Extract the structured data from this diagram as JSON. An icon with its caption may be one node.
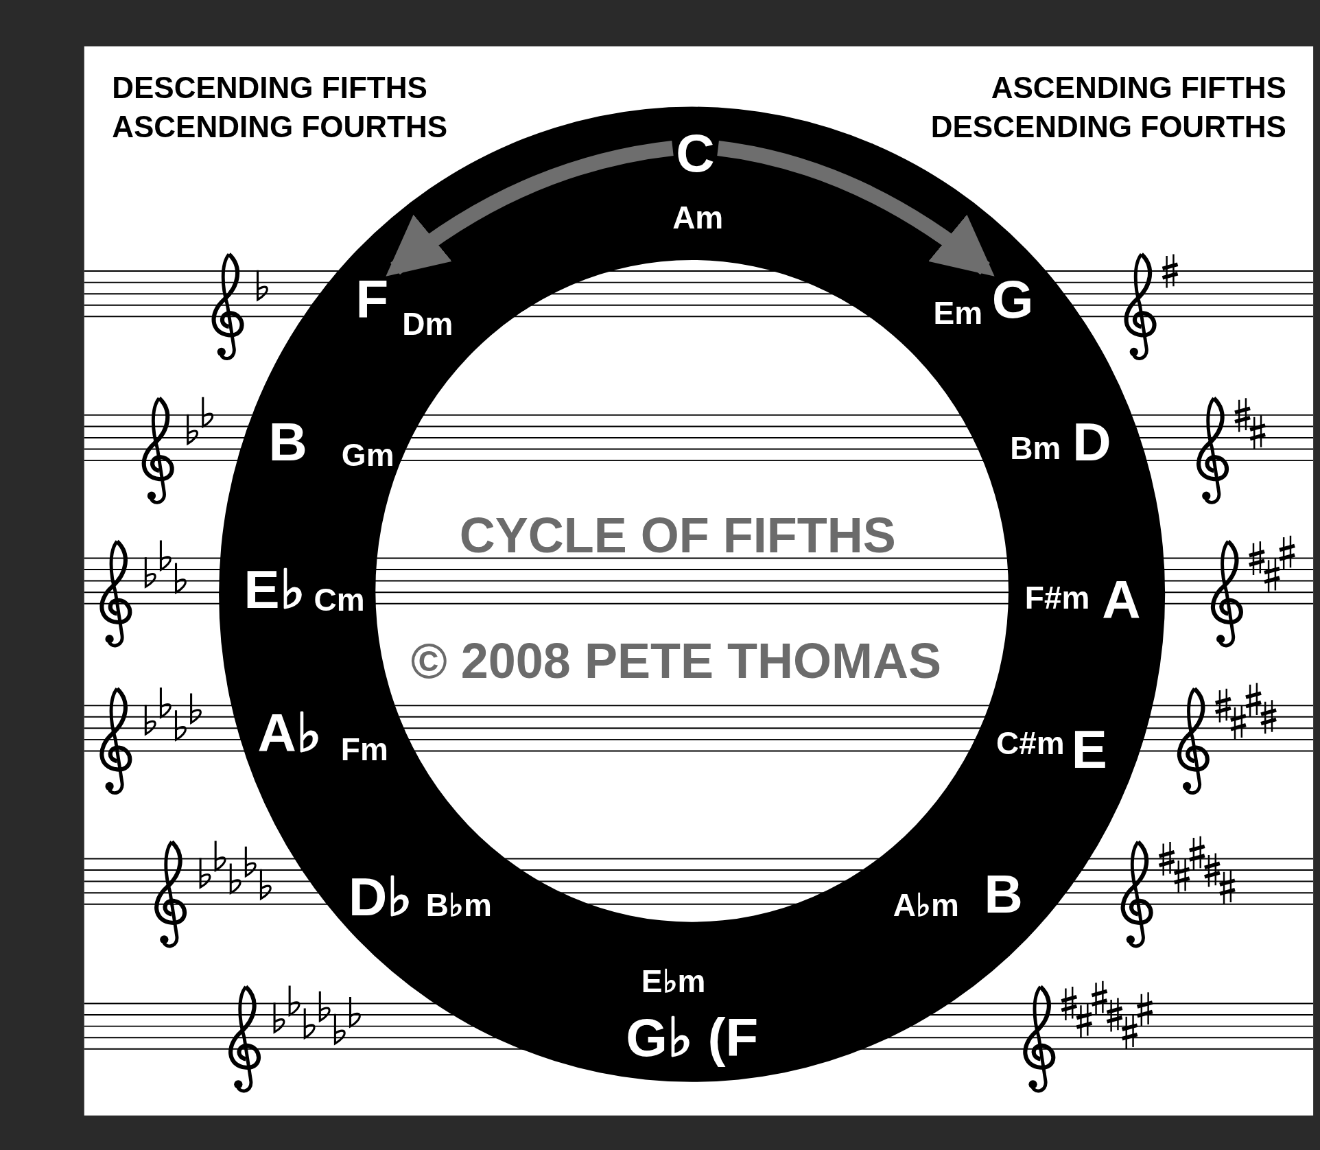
{
  "diagram": {
    "title": "CYCLE OF FIFTHS",
    "nodes": [
      {
        "text": [
          "C"
        ]
      },
      {
        "text": [
          "Am"
        ]
      },
      {
        "text": [
          "F"
        ]
      },
      {
        "text": [
          "Dm"
        ]
      },
      {
        "text": [
          "Em"
        ]
      },
      {
        "text": [
          "G"
        ]
      },
      {
        "text": [
          "B"
        ]
      },
      {
        "text": [
          "Gm"
        ]
      },
      {
        "text": [
          "Bm"
        ]
      },
      {
        "text": [
          "D"
        ]
      },
      {
        "text": [
          "E♭"
        ]
      },
      {
        "text": [
          "Cm"
        ]
      },
      {
        "text": [
          "F#m"
        ]
      },
      {
        "text": [
          "A"
        ]
      },
      {
        "text": [
          "A♭"
        ]
      },
      {
        "text": [
          "Fm"
        ]
      },
      {
        "text": [
          "C#m"
        ]
      },
      {
        "text": [
          "E"
        ]
      },
      {
        "text": [
          "D♭"
        ]
      },
      {
        "text": [
          "B♭m"
        ]
      },
      {
        "text": [
          "A♭m"
        ]
      },
      {
        "text": [
          "B"
        ]
      },
      {
        "text": [
          "E♭m"
        ]
      },
      {
        "text": [
          "G♭ (F"
        ]
      }
    ],
    "edges": [
      {
        "from": 0,
        "to": 2,
        "arrow": "to"
      },
      {
        "from": 0,
        "to": 5,
        "arrow": "to"
      }
    ],
    "labels": [
      "DESCENDING FIFTHS",
      "ASCENDING FIFTHS",
      "ASCENDING FOURTHS",
      "DESCENDING FOURTHS",
      "© 2008 PETE THOMAS"
    ]
  }
}
